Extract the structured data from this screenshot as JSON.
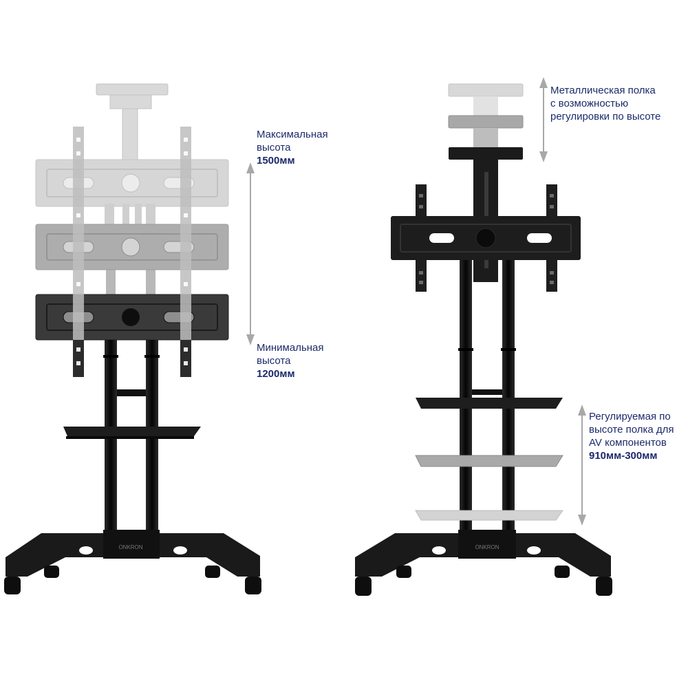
{
  "annotations": {
    "max_height": {
      "line1": "Максимальная",
      "line2": "высота",
      "value": "1500мм"
    },
    "min_height": {
      "line1": "Минимальная",
      "line2": "высота",
      "value": "1200мм"
    },
    "metal_shelf": {
      "line1": "Металлическая полка",
      "line2": "с возможностью",
      "line3": "регулировки по высоте"
    },
    "av_shelf": {
      "line1": "Регулируемая по",
      "line2": "высоте полка для",
      "line3": "AV компонентов",
      "value": "910мм-300мм"
    }
  },
  "brand_mark": "ONKRON",
  "colors": {
    "label_text": "#1c2a6b",
    "arrow": "#a8a8a8",
    "stand_black": "#151515",
    "ghost_light": "#d2d2d2",
    "ghost_mid": "#a9a9a9"
  }
}
